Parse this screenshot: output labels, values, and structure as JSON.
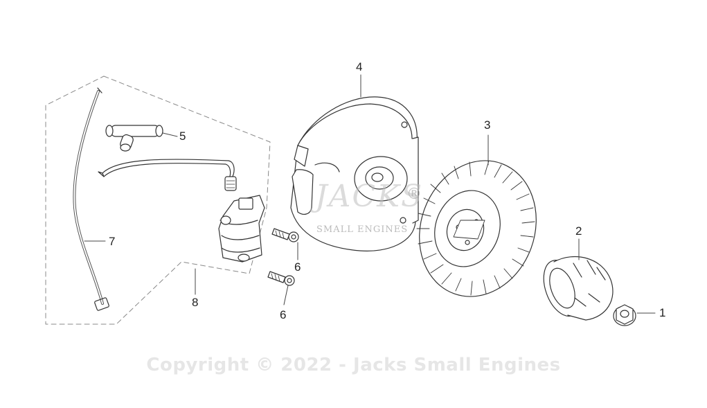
{
  "callouts": {
    "c1": "1",
    "c2": "2",
    "c3": "3",
    "c4": "4",
    "c5": "5",
    "c6a": "6",
    "c6b": "6",
    "c7": "7",
    "c8": "8"
  },
  "watermark": {
    "logo_text": "JACKS",
    "registered": "®",
    "sub_text": "SMALL ENGINES"
  },
  "copyright": "Copyright © 2022 - Jacks Small Engines",
  "colors": {
    "line": "#333333",
    "dashed": "#888888",
    "watermark": "#e6e6e6"
  }
}
